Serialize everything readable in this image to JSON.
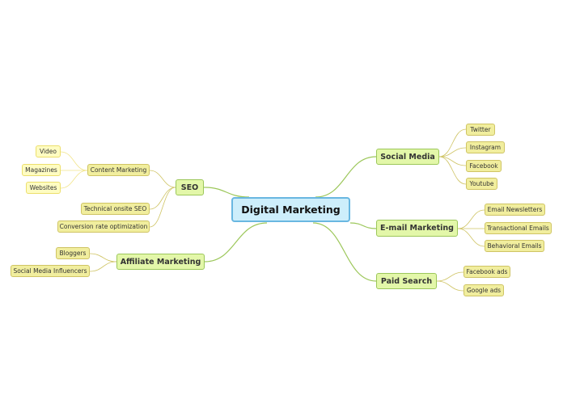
{
  "mindmap": {
    "central": "Digital Marketing",
    "branches": {
      "social_media": {
        "label": "Social Media",
        "children": [
          "Twitter",
          "Instagram",
          "Facebook",
          "Youtube"
        ]
      },
      "email_marketing": {
        "label": "E-mail Marketing",
        "children": [
          "Email Newsletters",
          "Transactional Emails",
          "Behavioral Emails"
        ]
      },
      "paid_search": {
        "label": "Paid Search",
        "children": [
          "Facebook ads",
          "Google ads"
        ]
      },
      "seo": {
        "label": "SEO",
        "children": [
          "Content Marketing",
          "Technical onsite SEO",
          "Conversion rate optimization"
        ],
        "content_marketing_children": [
          "Video",
          "Magazines",
          "Websites"
        ]
      },
      "affiliate_marketing": {
        "label": "Affiliate Marketing",
        "children": [
          "Bloggers",
          "Social Media Influencers"
        ]
      }
    }
  },
  "colors": {
    "main_link": "#9cc75a",
    "sub_link": "#cfc464",
    "leaf_link": "#f2e58a"
  }
}
